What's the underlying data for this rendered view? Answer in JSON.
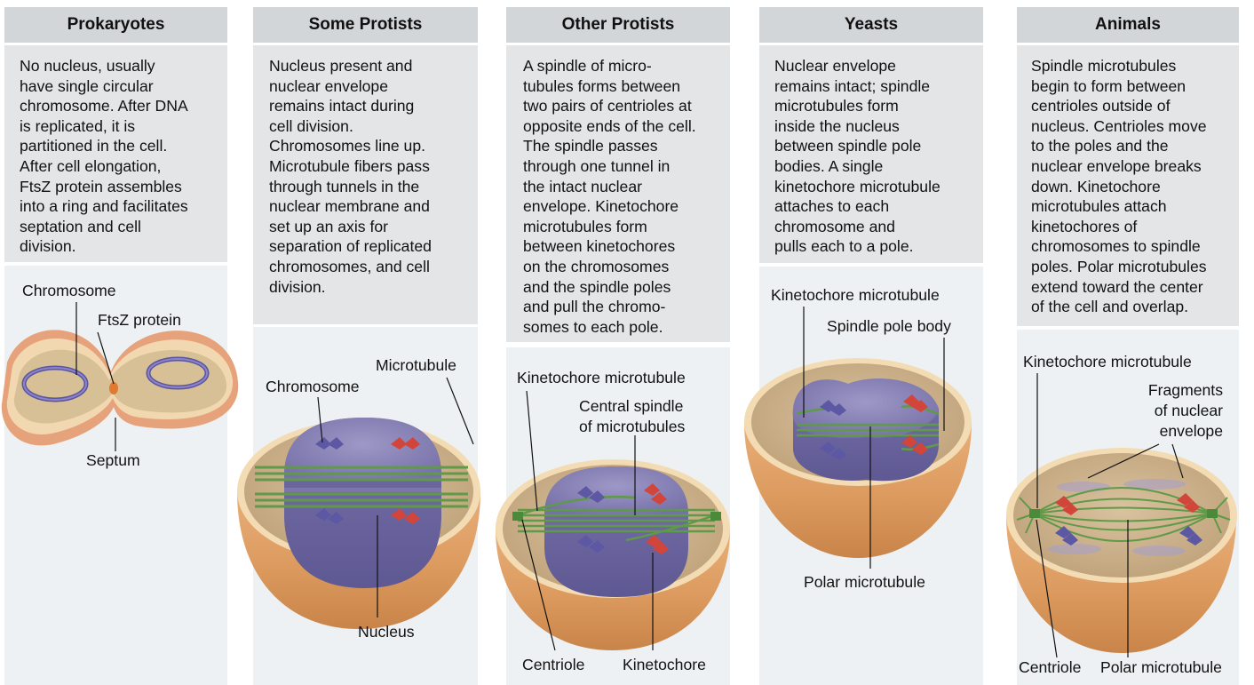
{
  "columns": [
    {
      "title": "Prokaryotes",
      "lines": [
        "No nucleus, usually",
        "have single circular",
        "chromosome. After DNA",
        "is replicated, it is",
        "partitioned in the cell.",
        "After cell elongation,",
        "FtsZ protein assembles",
        "into a ring and facilitates",
        "septation and cell",
        "division."
      ],
      "labels": {
        "chromosome": "Chromosome",
        "ftsz": "FtsZ protein",
        "septum": "Septum"
      }
    },
    {
      "title": "Some Protists",
      "lines": [
        "Nucleus present and",
        "nuclear envelope",
        "remains intact during",
        "cell division.",
        "Chromosomes line up.",
        "Microtubule fibers pass",
        "through tunnels in the",
        "nuclear membrane and",
        "set up an axis for",
        "separation of replicated",
        "chromosomes, and cell",
        "division."
      ],
      "labels": {
        "microtubule": "Microtubule",
        "chromosome": "Chromosome",
        "nucleus": "Nucleus"
      }
    },
    {
      "title": "Other Protists",
      "lines": [
        "A spindle of micro-",
        "tubules forms between",
        "two pairs of centrioles at",
        "opposite ends of the cell.",
        "The spindle passes",
        "through one tunnel in",
        "the intact nuclear",
        "envelope. Kinetochore",
        "microtubules form",
        "between kinetochores",
        "on the chromosomes",
        "and the spindle poles",
        "and pull the chromo-",
        "somes to each pole."
      ],
      "labels": {
        "kinetochore_mt": "Kinetochore microtubule",
        "central_1": "Central spindle",
        "central_2": "of microtubules",
        "centriole": "Centriole",
        "kinetochore": "Kinetochore"
      }
    },
    {
      "title": "Yeasts",
      "lines": [
        "Nuclear envelope",
        "remains intact; spindle",
        "microtubules form",
        "inside the nucleus",
        "between spindle pole",
        "bodies. A single",
        "kinetochore microtubule",
        "attaches to each",
        "chromosome and",
        "pulls each to a pole."
      ],
      "labels": {
        "kinetochore_mt": "Kinetochore microtubule",
        "spb": "Spindle pole body",
        "polar": "Polar microtubule"
      }
    },
    {
      "title": "Animals",
      "lines": [
        "Spindle microtubules",
        "begin to form between",
        "centrioles outside of",
        "nucleus. Centrioles move",
        "to the poles and the",
        "nuclear envelope breaks",
        "down. Kinetochore",
        "microtubules attach",
        "kinetochores of",
        "chromosomes to spindle",
        "poles. Polar microtubules",
        "extend toward the center",
        "of the cell and overlap."
      ],
      "labels": {
        "kinetochore_mt": "Kinetochore microtubule",
        "frag_1": "Fragments",
        "frag_2": "of nuclear",
        "frag_3": "envelope",
        "centriole": "Centriole",
        "polar": "Polar microtubule"
      }
    }
  ],
  "colors": {
    "header": "#d3d6d8",
    "text_panel": "#e3e5e6",
    "art_panel": "#edf1f3",
    "cytoplasm": "#cdb48e",
    "cell_wall": "#e6ac7f",
    "nucleus": "#8a83b5",
    "microtubule": "#5f9a48",
    "chromosome_red": "#d2453a",
    "chromosome_blue": "#5d58a3"
  }
}
